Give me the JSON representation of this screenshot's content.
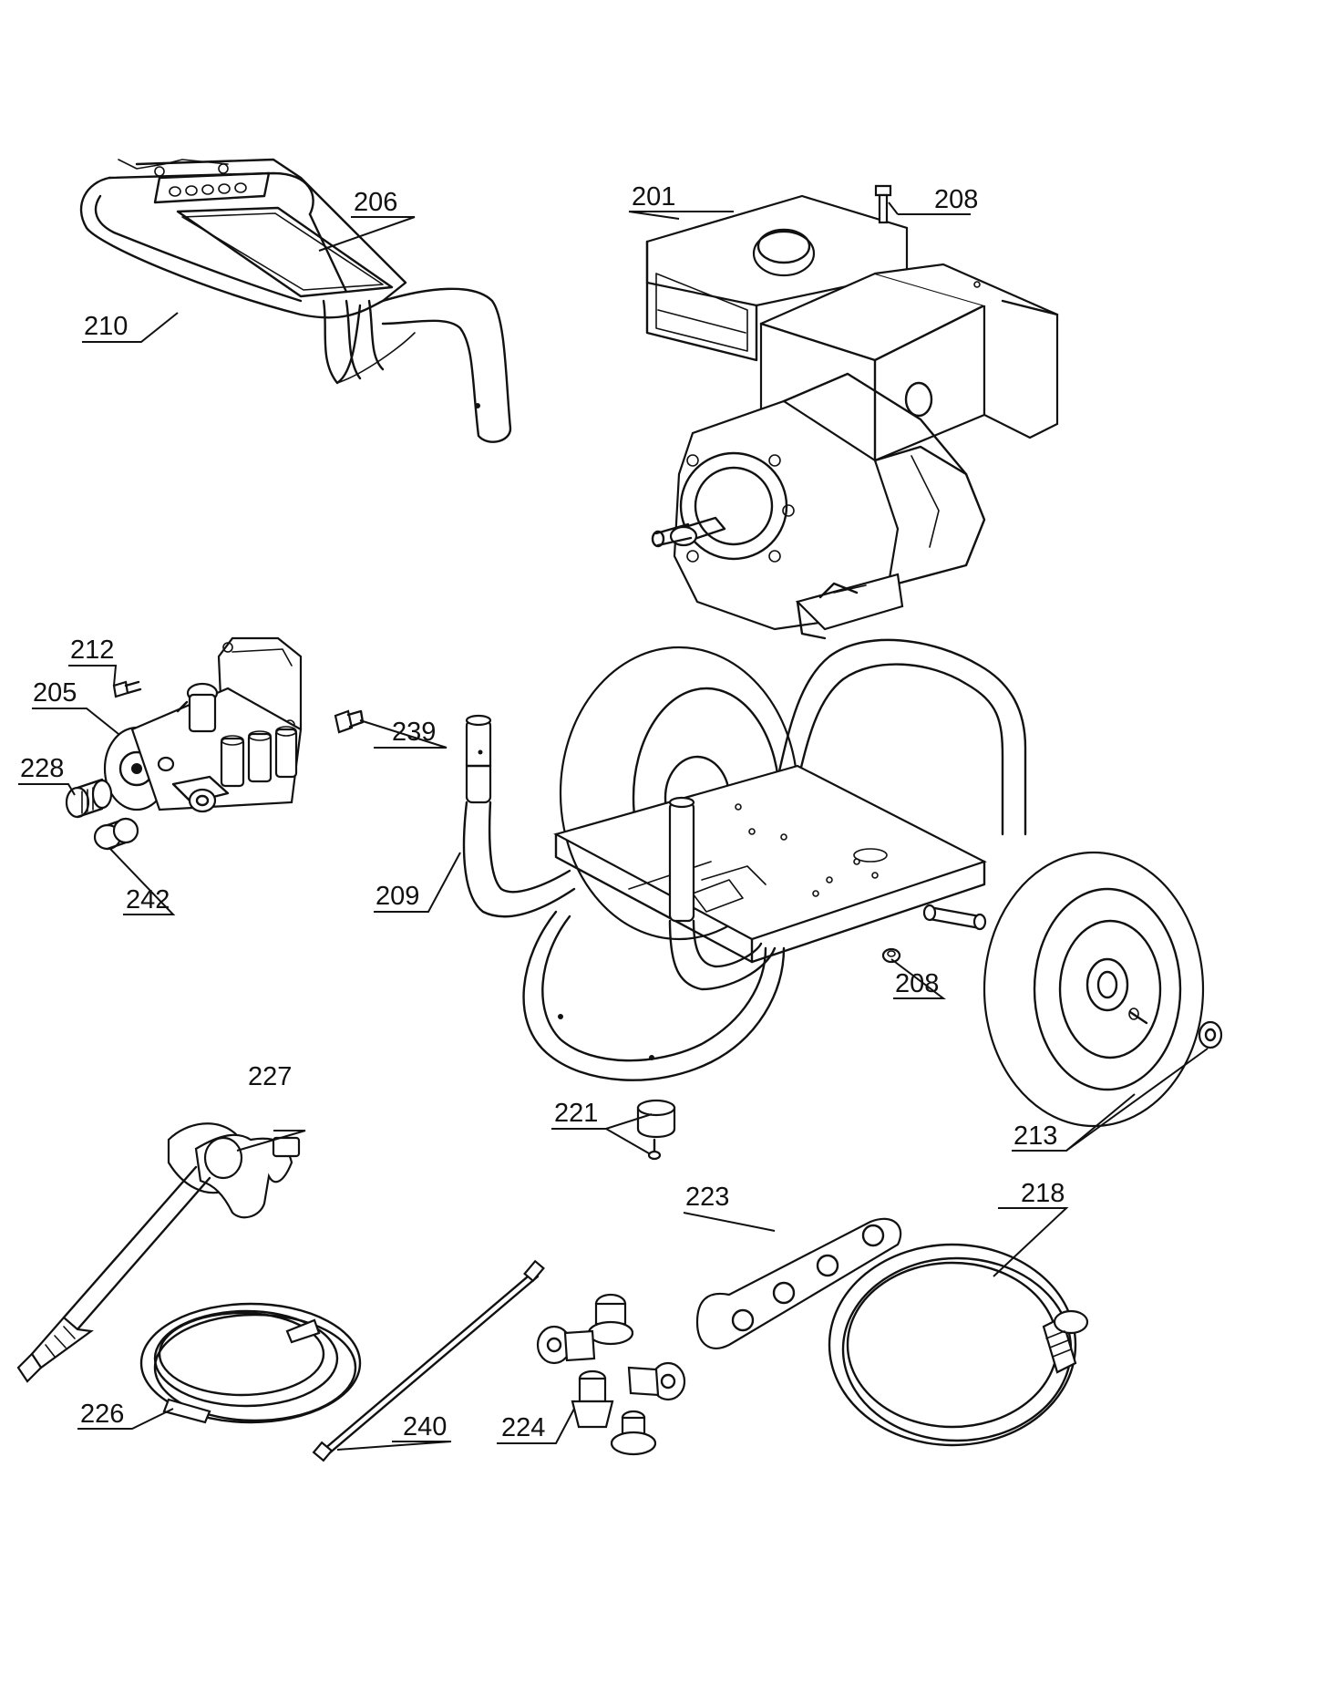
{
  "labels": {
    "p201": "201",
    "p205": "205",
    "p206": "206",
    "p208a": "208",
    "p208b": "208",
    "p209": "209",
    "p210": "210",
    "p212": "212",
    "p213": "213",
    "p218": "218",
    "p221": "221",
    "p223": "223",
    "p224": "224",
    "p226": "226",
    "p227": "227",
    "p228": "228",
    "p239": "239",
    "p240": "240",
    "p242": "242"
  },
  "colors": {
    "ink": "#111111",
    "paper": "#ffffff"
  }
}
